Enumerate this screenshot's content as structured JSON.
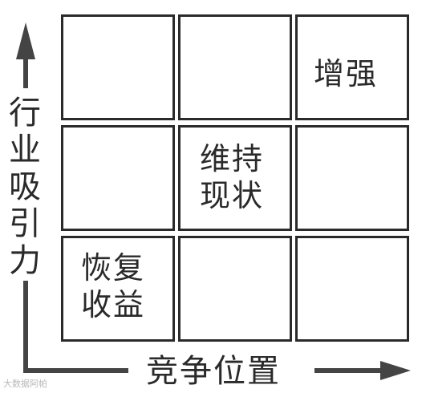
{
  "diagram": {
    "y_axis_title": "行业吸引力",
    "x_axis_title": "竞争位置",
    "cells": [
      {
        "row": 0,
        "col": 0,
        "lines": []
      },
      {
        "row": 0,
        "col": 1,
        "lines": []
      },
      {
        "row": 0,
        "col": 2,
        "lines": [
          "增强"
        ]
      },
      {
        "row": 1,
        "col": 0,
        "lines": []
      },
      {
        "row": 1,
        "col": 1,
        "lines": [
          "维持",
          "现状"
        ]
      },
      {
        "row": 1,
        "col": 2,
        "lines": []
      },
      {
        "row": 2,
        "col": 0,
        "lines": [
          "恢复",
          "收益"
        ]
      },
      {
        "row": 2,
        "col": 1,
        "lines": []
      },
      {
        "row": 2,
        "col": 2,
        "lines": []
      }
    ],
    "line_color": "#2a2a2a",
    "arrow_color": "#444444"
  },
  "watermark": "大数据阿帕"
}
